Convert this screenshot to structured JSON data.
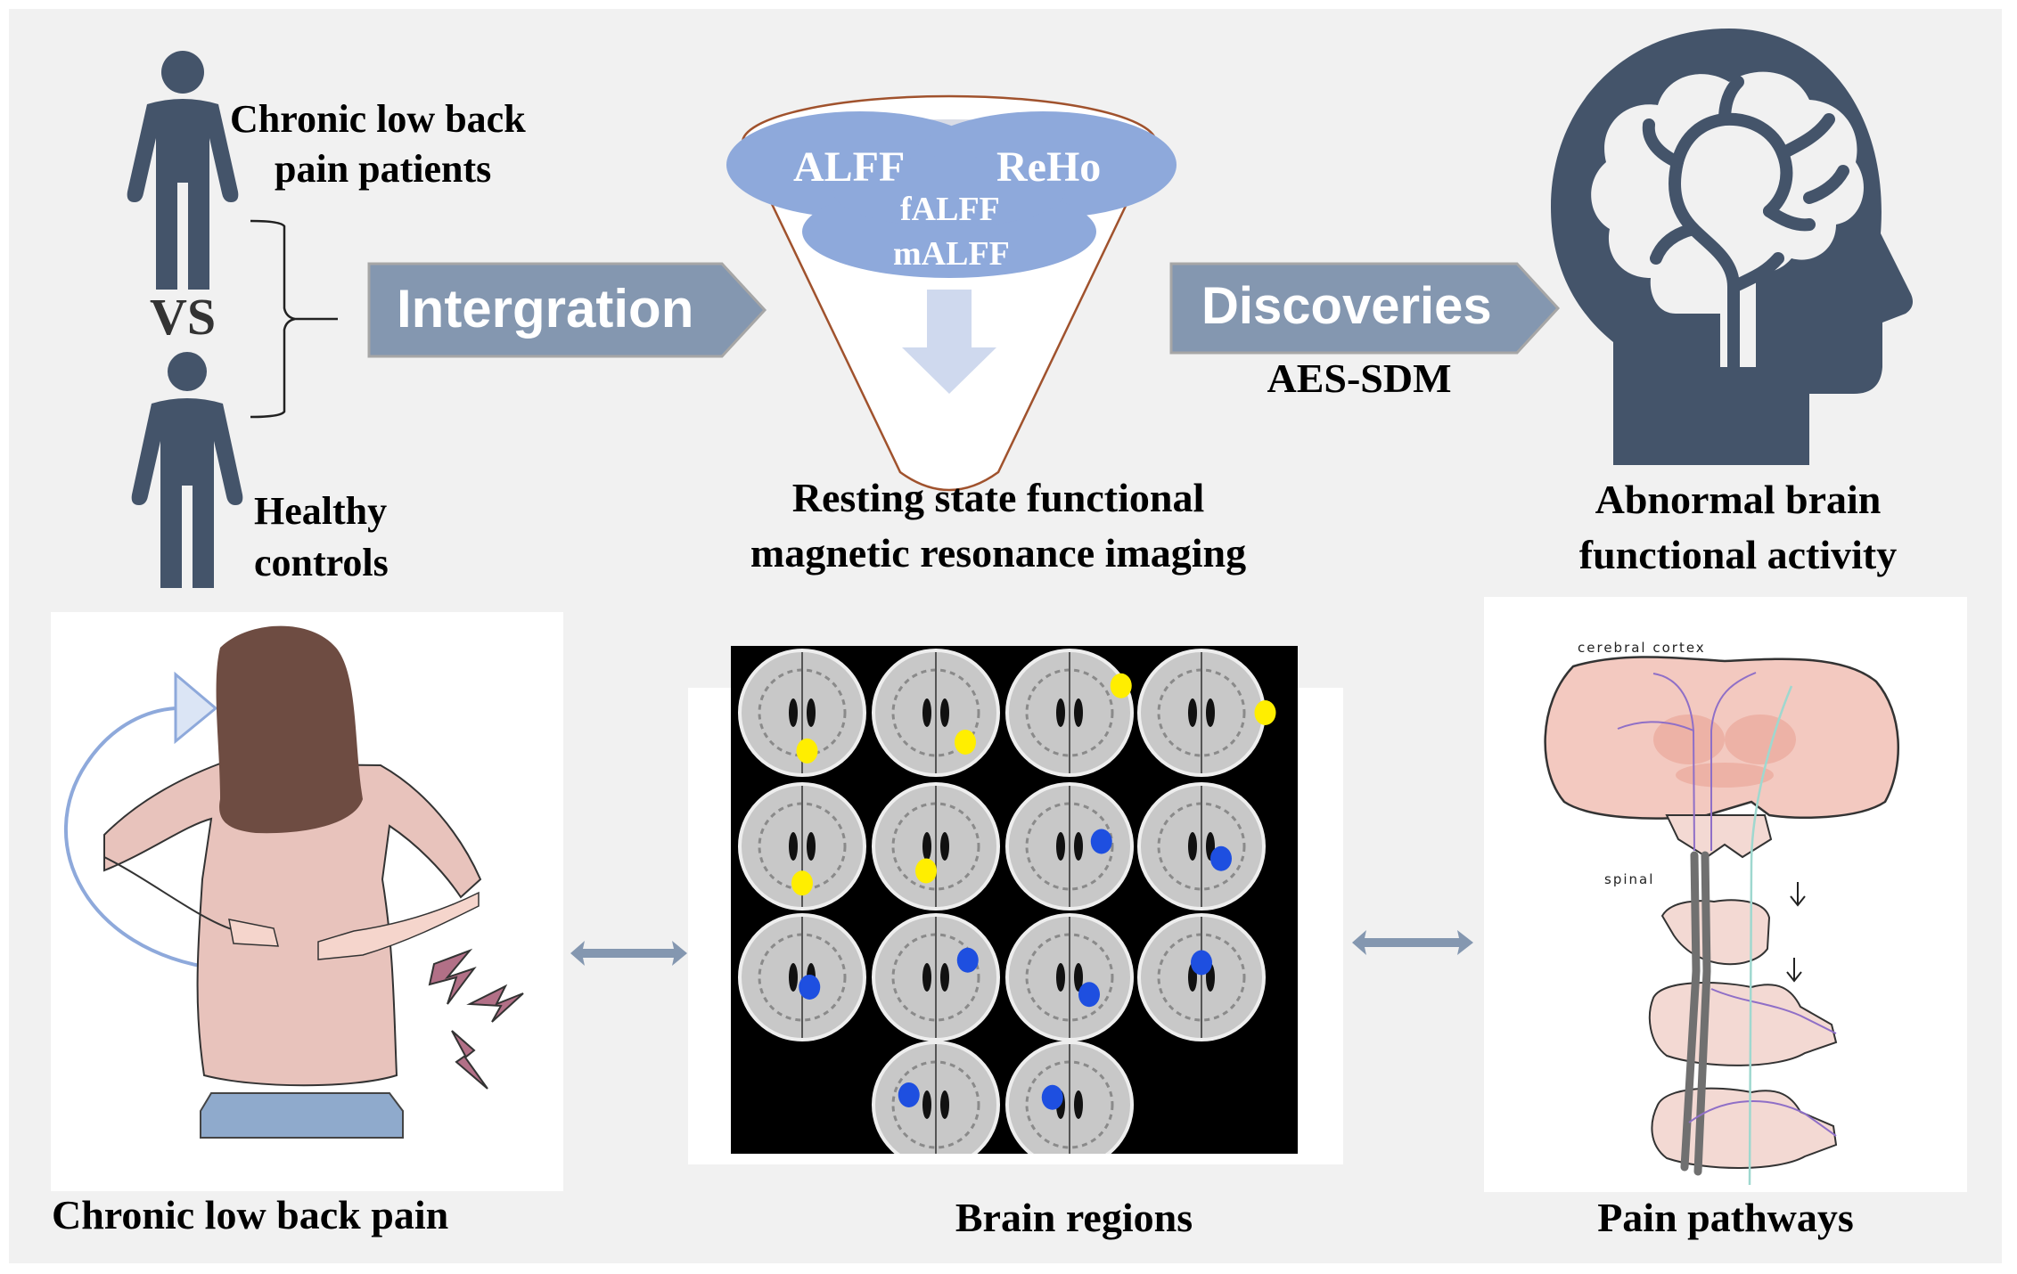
{
  "top": {
    "groups": {
      "patients_label_line1": "Chronic low back",
      "patients_label_line2": "pain patients",
      "vs_label": "VS",
      "controls_label_line1": "Healthy",
      "controls_label_line2": "controls"
    },
    "integration_arrow_label": "Intergration",
    "funnel": {
      "metrics": [
        "ALFF",
        "ReHo",
        "fALFF",
        "mALFF"
      ],
      "caption_line1": "Resting state functional",
      "caption_line2": "magnetic resonance imaging"
    },
    "discoveries_arrow_label": "Discoveries",
    "method_label": "AES-SDM",
    "outcome": {
      "caption_line1": "Abnormal brain",
      "caption_line2": "functional activity"
    }
  },
  "bottom": {
    "left_panel": {
      "caption": "Chronic low back pain"
    },
    "middle_panel": {
      "caption": "Brain regions"
    },
    "right_panel": {
      "caption": "Pain pathways",
      "label_cortex": "cerebral cortex",
      "label_spinal": "spinal"
    }
  },
  "colors": {
    "background": "#f1f1f1",
    "figure_dark": "#44546a",
    "arrow_fill": "#8497b0",
    "cloud_fill": "#8ea9db",
    "funnel_stroke": "#a0522d",
    "brain_tissue": "#f3c9c0",
    "activation_yellow": "#ffee00",
    "activation_blue": "#1e4fe0"
  }
}
